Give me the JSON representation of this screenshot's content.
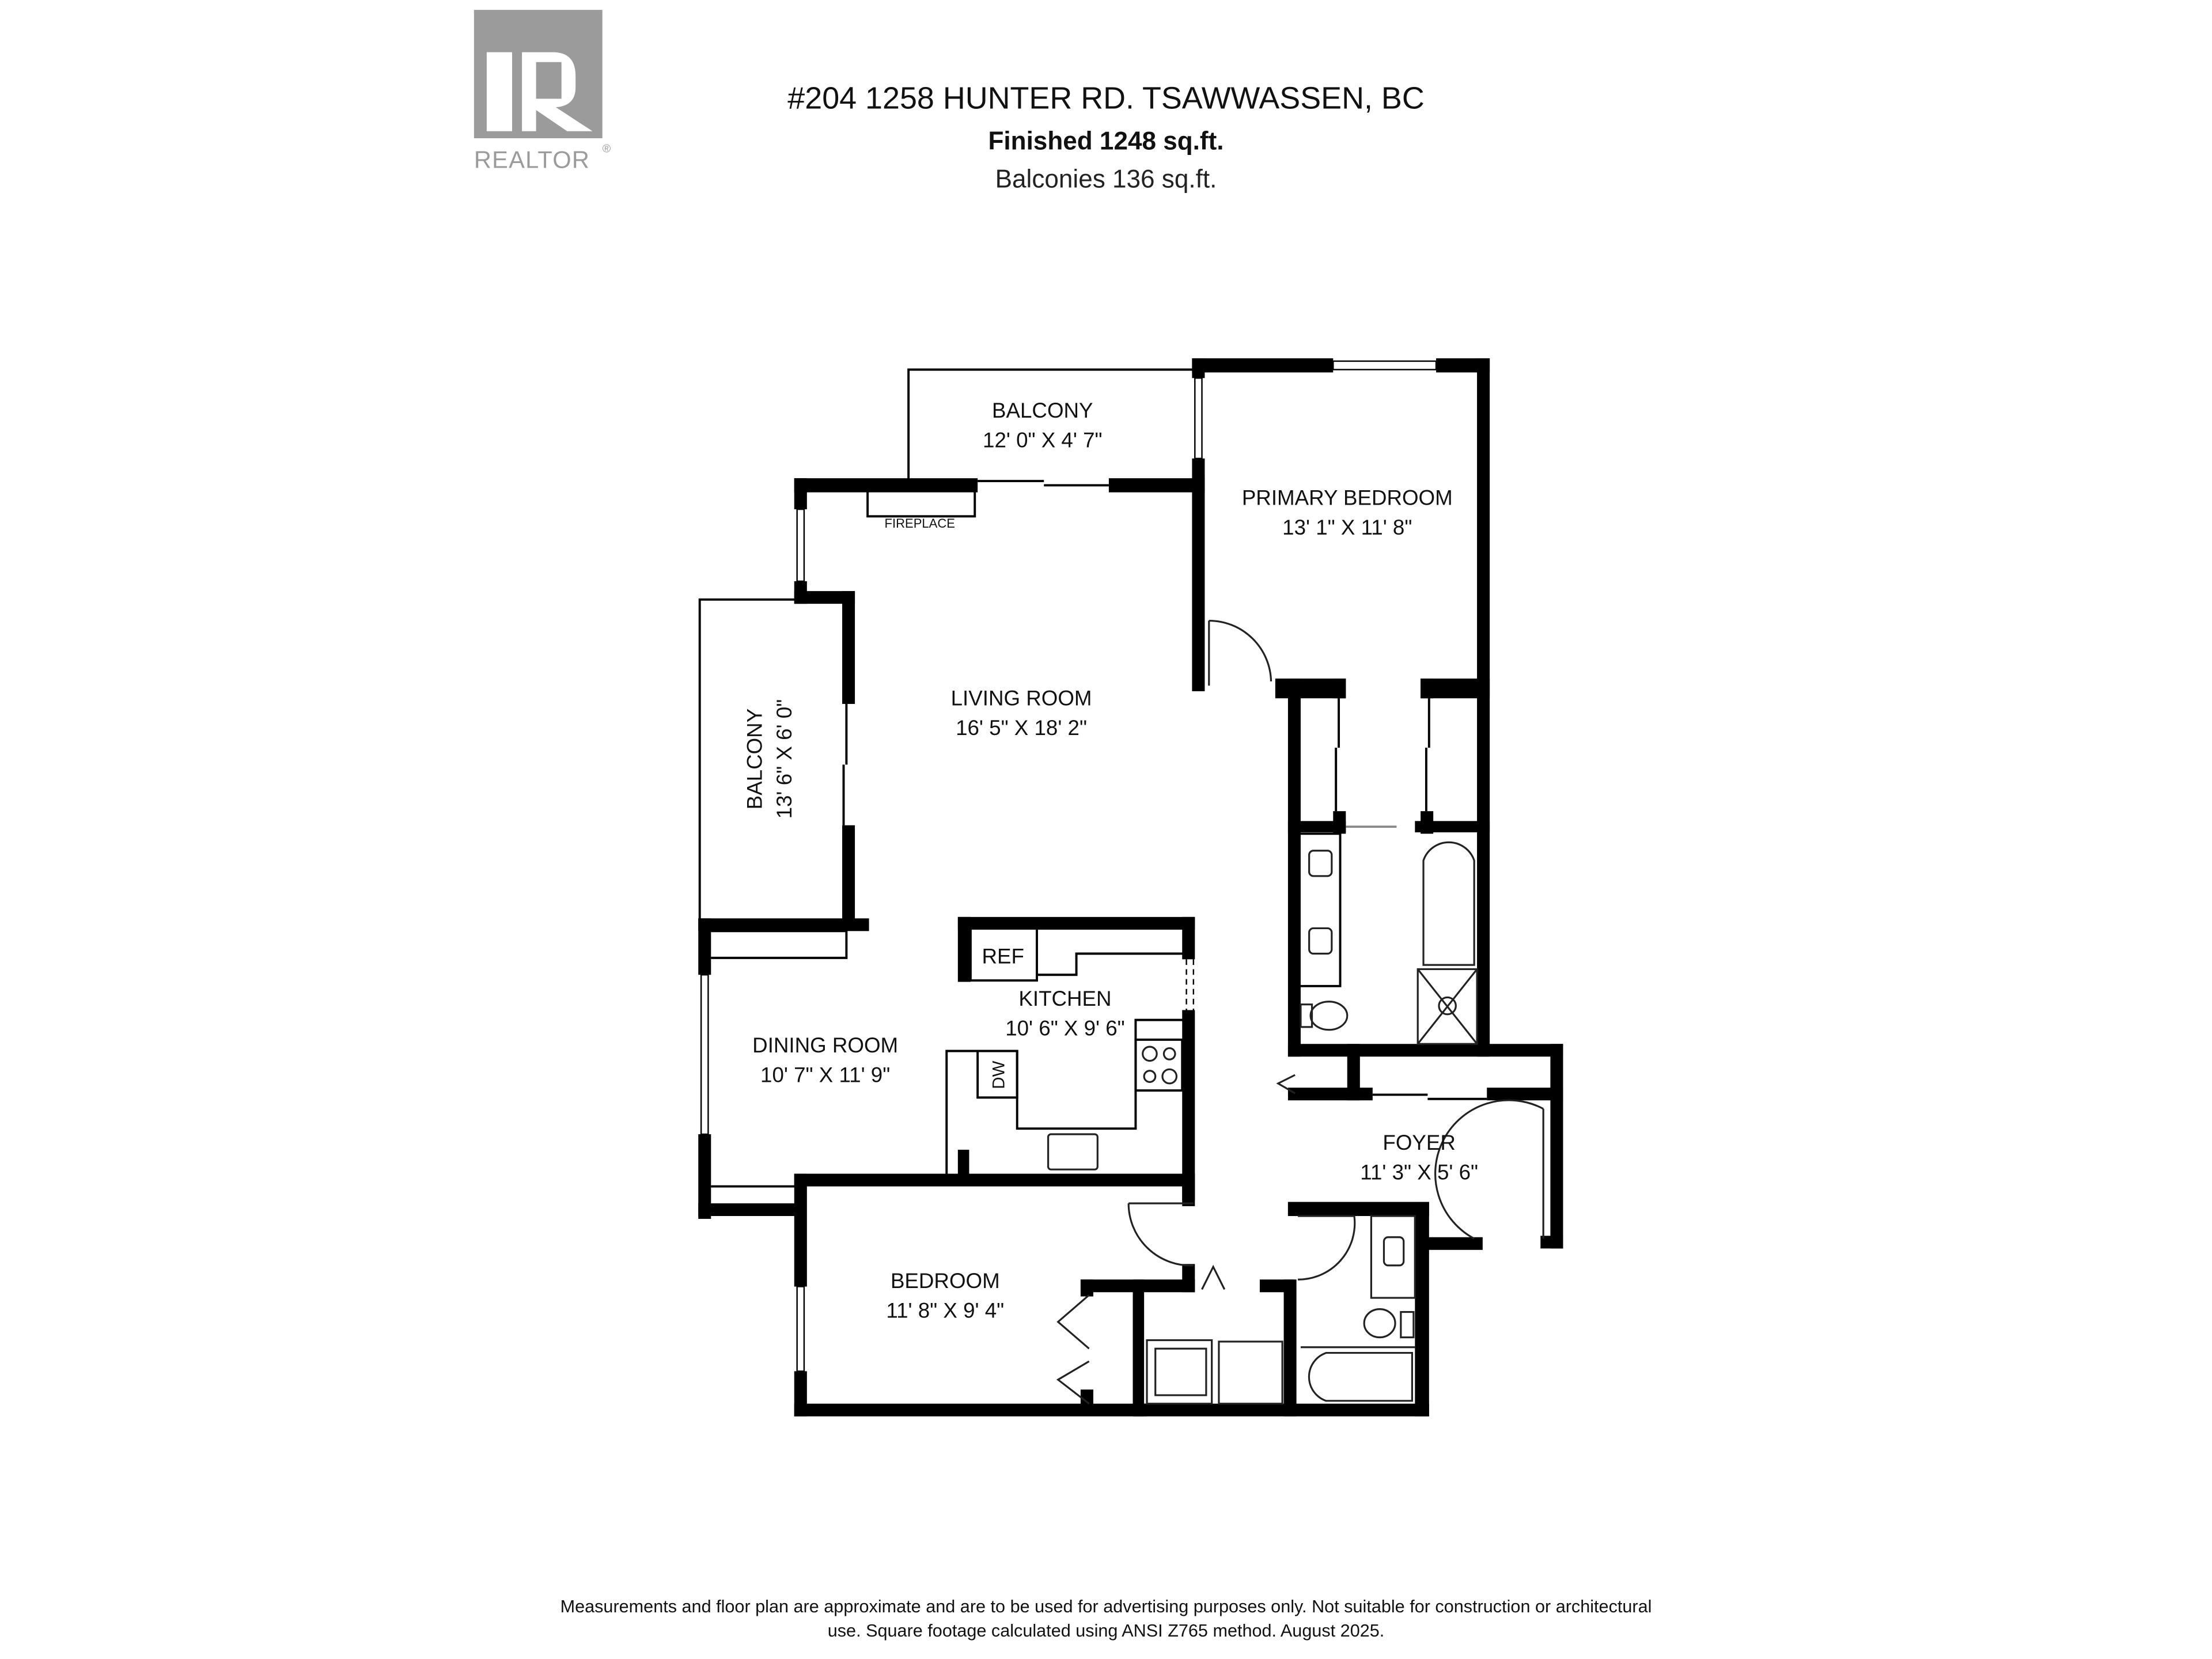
{
  "header": {
    "logo_text": "REALTOR",
    "logo_mark": "®",
    "address": "#204 1258 HUNTER RD. TSAWWASSEN, BC",
    "finished_label": "Finished  1248 sq.ft.",
    "balconies_label": "Balconies 136 sq.ft."
  },
  "rooms": {
    "balcony_top": {
      "name": "BALCONY",
      "dims": "12' 0\" X 4' 7\""
    },
    "primary_bedroom": {
      "name": "PRIMARY BEDROOM",
      "dims": "13' 1\" X 11' 8\""
    },
    "fireplace": {
      "name": "FIREPLACE"
    },
    "living_room": {
      "name": "LIVING ROOM",
      "dims": "16' 5\" X 18' 2\""
    },
    "balcony_side": {
      "name": "BALCONY",
      "dims": "13' 6\" X 6' 0\""
    },
    "kitchen": {
      "name": "KITCHEN",
      "dims": "10' 6\" X 9' 6\"",
      "ref_label": "REF",
      "dw_label": "DW"
    },
    "dining_room": {
      "name": "DINING ROOM",
      "dims": "10' 7\" X 11' 9\""
    },
    "foyer": {
      "name": "FOYER",
      "dims": "11' 3\" X 5' 6\""
    },
    "bedroom": {
      "name": "BEDROOM",
      "dims": "11' 8\" X 9' 4\""
    }
  },
  "footer": {
    "disclaimer_line1": "Measurements and floor plan are approximate and are to be used for advertising purposes only. Not suitable for construction or architectural",
    "disclaimer_line2": "use. Square footage calculated using ANSI Z765 method. August 2025."
  }
}
